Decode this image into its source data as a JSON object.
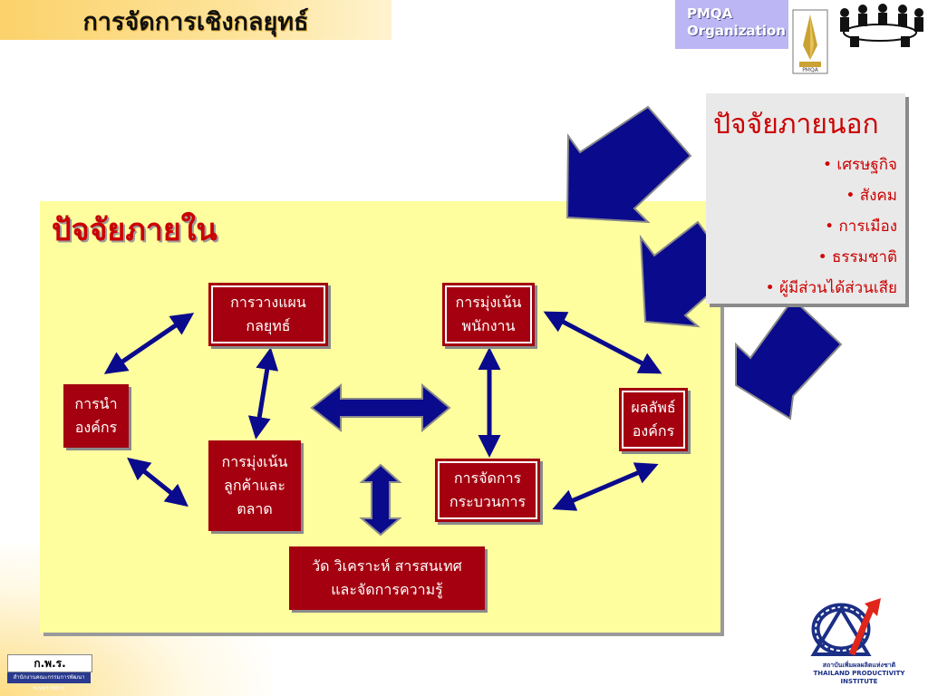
{
  "header": {
    "title": "การจัดการเชิงกลยุทธ์"
  },
  "pmqa": {
    "text": "PMQA\nOrganization",
    "logo_label": "PMQA"
  },
  "internal": {
    "title": "ปัจจัยภายใน"
  },
  "external": {
    "title": "ปัจจัยภายนอก",
    "items": [
      "• เศรษฐกิจ",
      "• สังคม",
      "• การเมือง",
      "• ธรรมชาติ",
      "• ผู้มีส่วนได้ส่วนเสีย"
    ]
  },
  "nodes": {
    "planning": "การวางแผน\nกลยุทธ์",
    "employee": "การมุ่งเน้น\nพนักงาน",
    "leadership": "การนำ\nองค์กร",
    "results": "ผลลัพธ์\nองค์กร",
    "customer": "การมุ่งเน้น\nลูกค้าและ\nตลาด",
    "process": "การจัดการ\nกระบวนการ",
    "measurement": "วัด วิเคราะห์ สารสนเทศ\nและจัดการความรู้"
  },
  "footer": {
    "left_logo_top": "ก.พ.ร.",
    "left_logo_bottom": "สำนักงานคณะกรรมการพัฒนาระบบราชการ",
    "right_logo_th": "สถาบันเพิ่มผลผลิตแห่งชาติ",
    "right_logo_en": "THAILAND PRODUCTIVITY INSTITUTE"
  },
  "colors": {
    "node": "#a4000f",
    "arrow": "#0a0a8c",
    "panel": "#fffe9e",
    "accent": "#cc0000"
  }
}
